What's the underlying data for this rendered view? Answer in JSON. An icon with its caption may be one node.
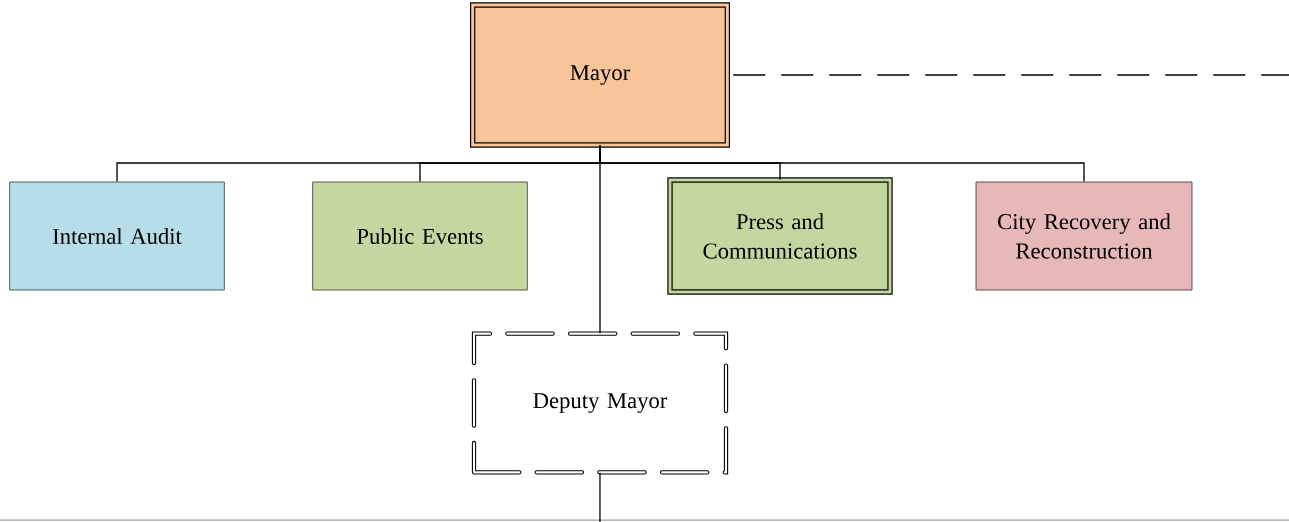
{
  "diagram": {
    "nodes": [
      {
        "text": [
          "Mayor"
        ]
      },
      {
        "text": [
          "Internal Audit"
        ]
      },
      {
        "text": [
          "Public Events"
        ]
      },
      {
        "text": [
          "Press and Communications"
        ]
      },
      {
        "text": [
          "City Recovery and Reconstruction"
        ]
      },
      {
        "text": [
          "Deputy Mayor"
        ]
      }
    ],
    "edges": [
      {
        "from": 0,
        "to": 1,
        "arrow": "none"
      },
      {
        "from": 0,
        "to": 2,
        "arrow": "none"
      },
      {
        "from": 0,
        "to": 3,
        "arrow": "none"
      },
      {
        "from": 0,
        "to": 4,
        "arrow": "none"
      },
      {
        "from": 0,
        "to": 5,
        "arrow": "none"
      },
      {
        "from": 0,
        "to": null,
        "arrow": "none",
        "style": "dashed"
      },
      {
        "from": 5,
        "to": null,
        "arrow": "none"
      }
    ]
  }
}
